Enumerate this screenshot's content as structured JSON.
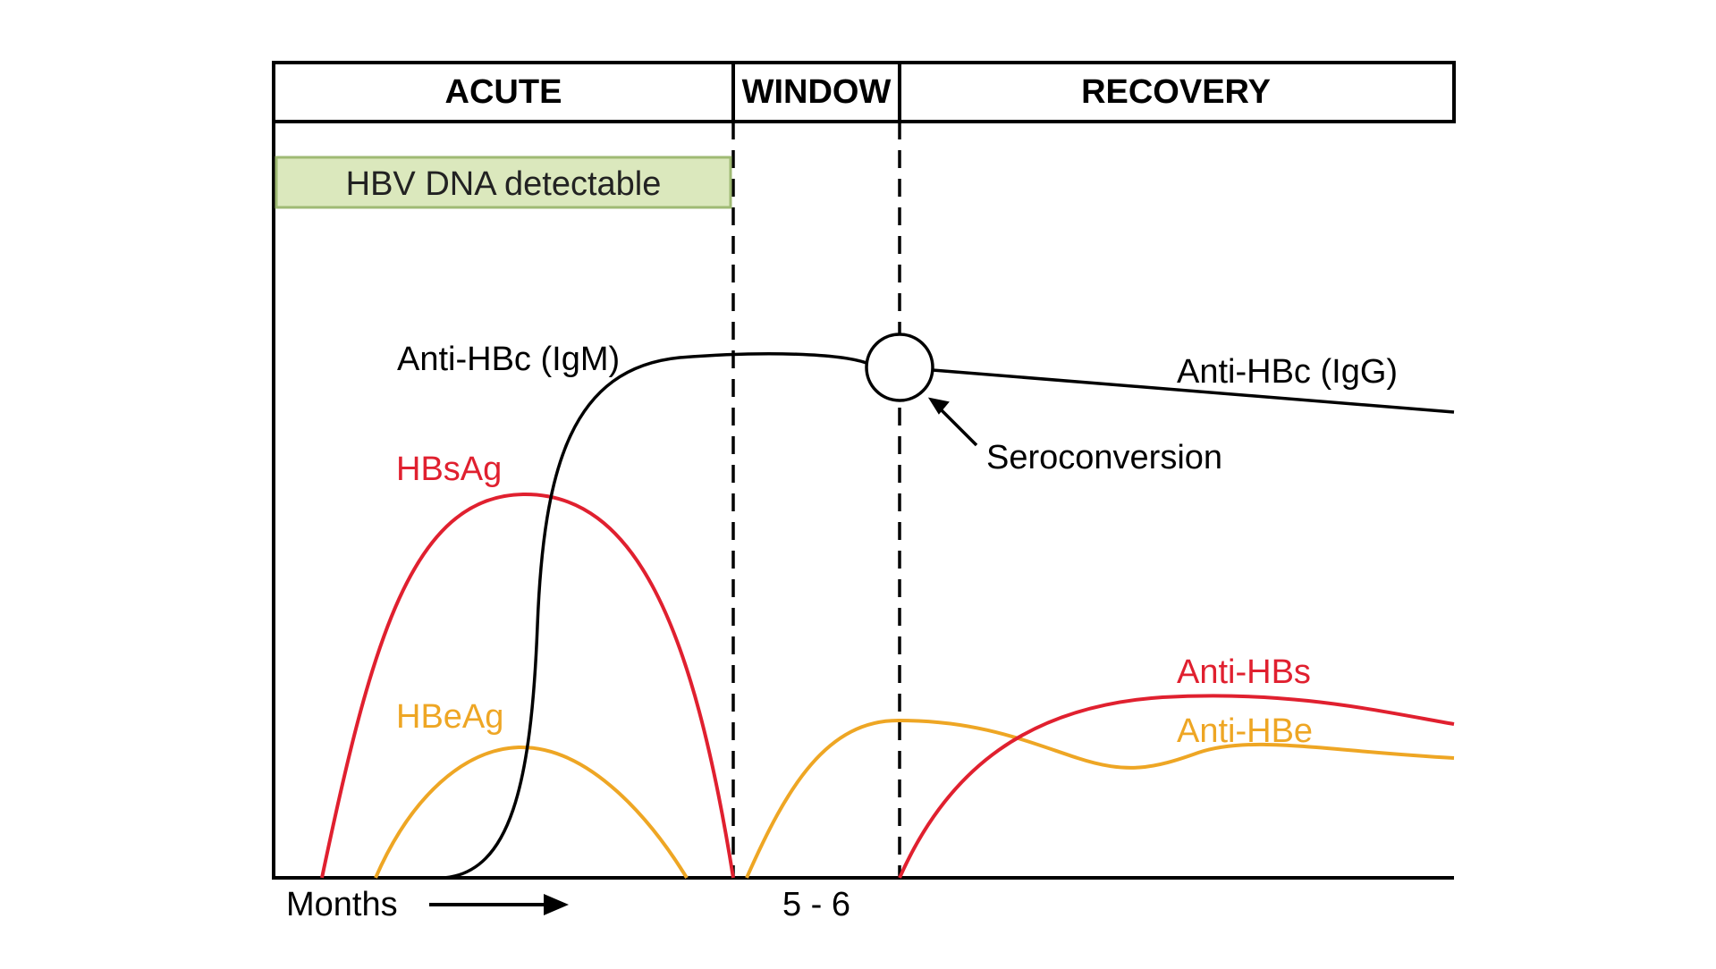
{
  "phases": {
    "acute": "ACUTE",
    "window": "WINDOW",
    "recovery": "RECOVERY"
  },
  "hbv_dna_box": {
    "label": "HBV DNA detectable",
    "fill": "#dbe8bd",
    "stroke": "#9fba74"
  },
  "curves": {
    "anti_hbc_igm": {
      "label": "Anti-HBc (IgM)",
      "color": "#000000"
    },
    "anti_hbc_igg": {
      "label": "Anti-HBc (IgG)",
      "color": "#000000"
    },
    "hbsag": {
      "label": "HBsAg",
      "color": "#e0202f"
    },
    "hbeag": {
      "label": "HBeAg",
      "color": "#eea624"
    },
    "anti_hbs": {
      "label": "Anti-HBs",
      "color": "#e0202f"
    },
    "anti_hbe": {
      "label": "Anti-HBe",
      "color": "#eea624"
    }
  },
  "seroconversion": {
    "label": "Seroconversion"
  },
  "axis": {
    "x_label": "Months",
    "tick_window": "5 - 6"
  }
}
